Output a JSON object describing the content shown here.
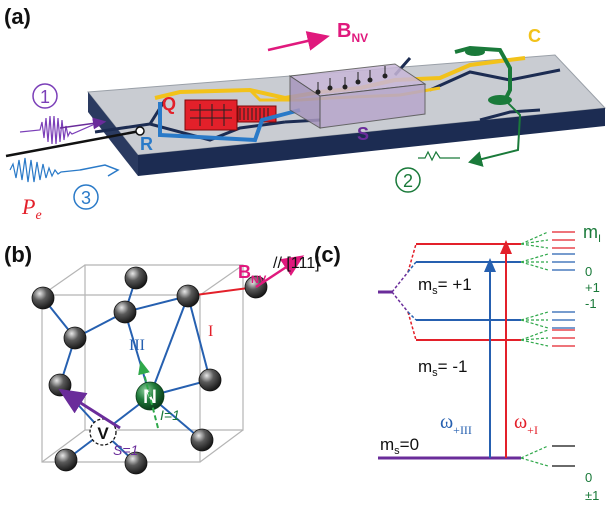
{
  "panels": {
    "a": "(a)",
    "b": "(b)",
    "c": "(c)"
  },
  "panel_a": {
    "field_main": "B",
    "field_sub": "NV",
    "label_Q": "Q",
    "label_R": "R",
    "label_S": "S",
    "label_C": "C",
    "pe_main": "P",
    "pe_sub": "e",
    "circle_1": "1",
    "circle_2": "2",
    "circle_3": "3"
  },
  "panel_b": {
    "field_main": "B",
    "field_sub": "NV",
    "direction": "// [111]",
    "label_I": "I",
    "label_III": "III",
    "atom_N": "N",
    "atom_V": "V",
    "spin_I": "I=1",
    "spin_S": "S=1"
  },
  "panel_c": {
    "ms_plus": "m",
    "ms_plus_sub": "s",
    "ms_plus_val": "= +1",
    "ms_minus": "m",
    "ms_minus_sub": "s",
    "ms_minus_val": "= -1",
    "ms_zero": "m",
    "ms_zero_sub": "s",
    "ms_zero_val": "=0",
    "omega_III": "ω",
    "omega_III_sub": "+III",
    "omega_I": "ω",
    "omega_I_sub": "+I",
    "mI_head": "m",
    "mI_head_sub": "I",
    "mI_values_top": [
      "0",
      "+1",
      "-1"
    ],
    "mI_values_bottom": [
      "0",
      "±1"
    ]
  },
  "colors": {
    "purple": "#6a2c9a",
    "red": "#e3202a",
    "blue": "#2660b0",
    "green": "#1a7a3a",
    "magenta": "#e0197d",
    "gold": "#f2c21a",
    "navy": "#1c2c52"
  }
}
